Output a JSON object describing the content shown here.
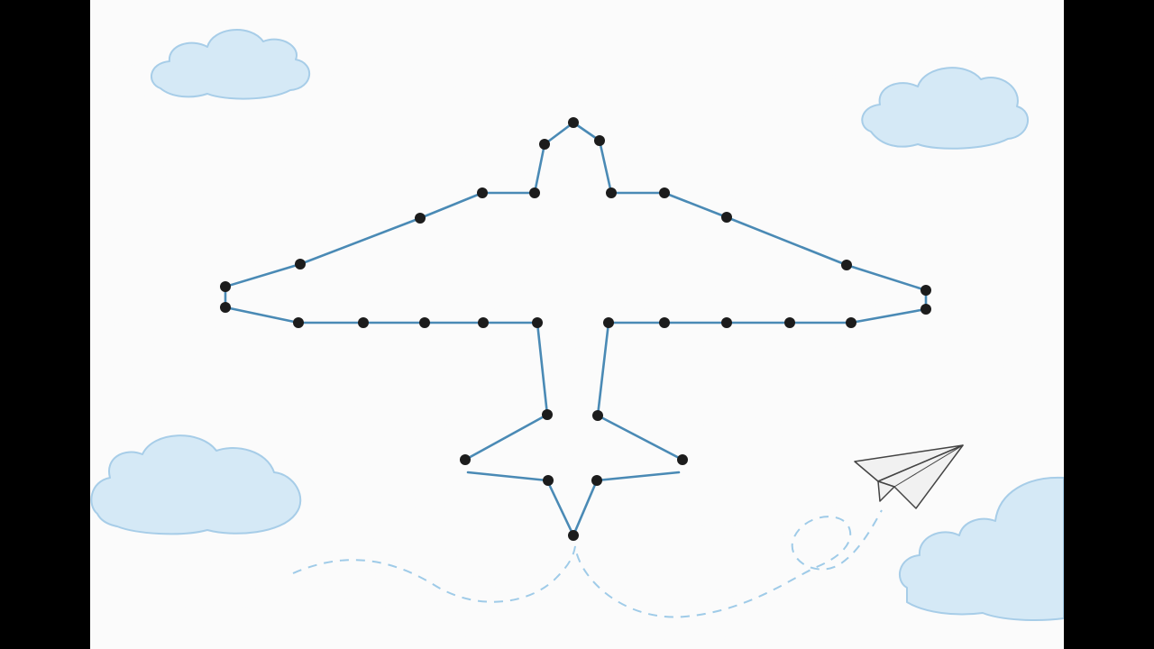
{
  "game": {
    "type": "connect-the-dots",
    "picture": "airplane",
    "colors": {
      "background": "#000000",
      "paper": "#fbfbfb",
      "outline": "#4a8ab5",
      "dot": "#1c1c1c",
      "cloud_fill": "#d5e9f6",
      "cloud_stroke": "#a7cde8",
      "flight_trail": "#9fcbe8",
      "paper_plane_fill": "#f1f1f1",
      "paper_plane_stroke": "#444444"
    },
    "decorations": {
      "clouds": 4,
      "paper_plane": "paper-plane-icon",
      "flight_trail": "dashed-loop"
    }
  }
}
